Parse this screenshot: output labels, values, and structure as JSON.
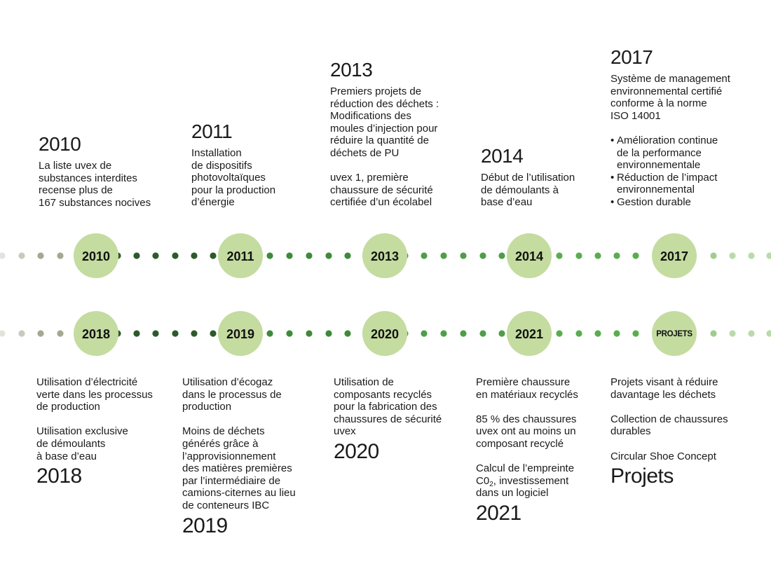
{
  "colors": {
    "circle": "#c4dca0",
    "dot_faint": "#e3e3de",
    "dot_light_gray": "#c9cabd",
    "dot_gray": "#a6a88f",
    "dot_dark": "#2c5a2a",
    "dot_mid": "#3f8a3a",
    "dot_green": "#4f9e47",
    "dot_bright": "#5aad4f",
    "dot_pale": "#9fcc8f",
    "dot_palest": "#b9dba9",
    "text": "#1a1a1a"
  },
  "timeline": {
    "row1": [
      {
        "label": "2010"
      },
      {
        "label": "2011"
      },
      {
        "label": "2013"
      },
      {
        "label": "2014"
      },
      {
        "label": "2017"
      }
    ],
    "row2": [
      {
        "label": "2018"
      },
      {
        "label": "2019"
      },
      {
        "label": "2020"
      },
      {
        "label": "2021"
      },
      {
        "label": "PROJETS"
      }
    ]
  },
  "milestones": {
    "m2010": {
      "year": "2010",
      "paragraphs": [
        "La liste uvex de\nsubstances interdites\nrecense plus de\n167 substances nocives"
      ]
    },
    "m2011": {
      "year": "2011",
      "paragraphs": [
        "Installation\nde dispositifs\nphotovoltaïques\npour la production\nd’énergie"
      ]
    },
    "m2013": {
      "year": "2013",
      "paragraphs": [
        "Premiers projets de\nréduction des déchets :\nModifications des\nmoules d’injection pour\nréduire la quantité de\ndéchets de PU",
        "uvex 1, première\nchaussure de sécurité\ncertifiée d’un écolabel"
      ]
    },
    "m2014": {
      "year": "2014",
      "paragraphs": [
        "Début de l’utilisation\nde démoulants à\nbase d’eau"
      ]
    },
    "m2017": {
      "year": "2017",
      "paragraphs": [
        "Système de management\nenvironnemental certifié\nconforme à la norme\nISO 14001"
      ],
      "bullets": [
        "Amélioration continue\nde la performance\nenvironnementale",
        "Réduction de l’impact\nenvironnemental",
        "Gestion durable"
      ]
    },
    "m2018": {
      "year": "2018",
      "paragraphs": [
        "Utilisation d’électricité\nverte dans les processus\nde production",
        "Utilisation exclusive\nde démoulants\nà base d’eau"
      ]
    },
    "m2019": {
      "year": "2019",
      "paragraphs": [
        "Utilisation d’écogaz\ndans le processus de\nproduction",
        "Moins de déchets\ngénérés grâce à\nl’approvisionnement\ndes matières premières\npar l’intermédiaire de\ncamions-citernes au lieu\nde conteneurs IBC"
      ]
    },
    "m2020": {
      "year": "2020",
      "paragraphs": [
        "Utilisation de\ncomposants recyclés\npour la fabrication des\nchaussures de sécurité\nuvex"
      ]
    },
    "m2021": {
      "year": "2021",
      "paragraphs": [
        "Première chaussure\nen matériaux recyclés",
        "85 % des chaussures\nuvex ont au moins un\ncomposant recyclé"
      ],
      "co2_line1": "Calcul de l’empreinte",
      "co2_prefix": "C0",
      "co2_sub": "2",
      "co2_suffix": ", investissement",
      "co2_line3": "dans un logiciel"
    },
    "projets": {
      "year": "Projets",
      "paragraphs": [
        "Projets visant à réduire\ndavantage les déchets",
        "Collection de chaussures\ndurables",
        "Circular Shoe Concept"
      ]
    }
  }
}
